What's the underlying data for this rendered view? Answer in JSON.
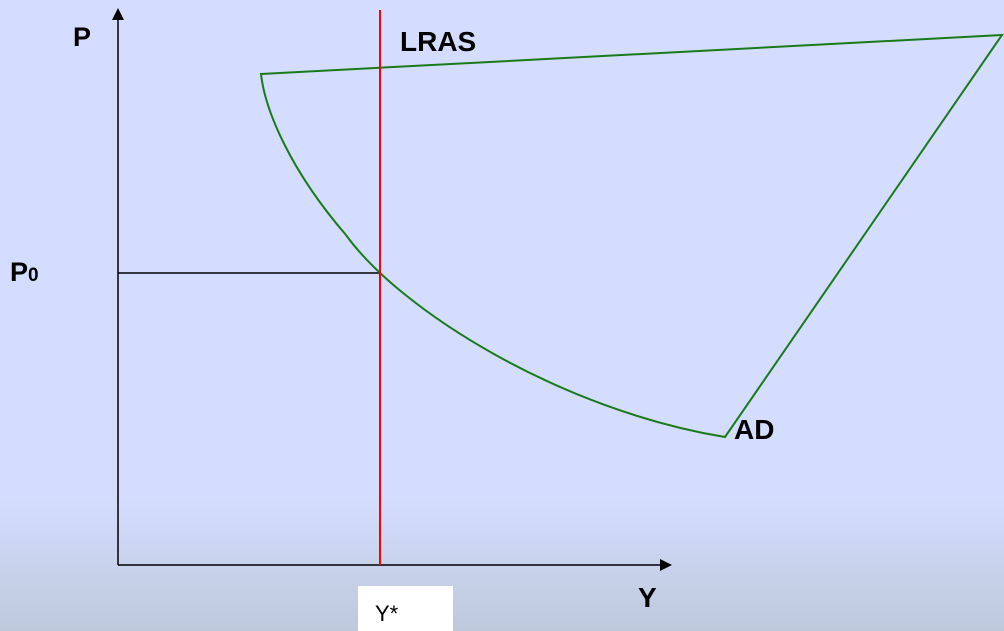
{
  "labels": {
    "p_axis": "P",
    "lras": "LRAS",
    "p0_main": "P",
    "p0_sub": "0",
    "ad": "AD",
    "y_axis": "Y",
    "y_star": "Y*"
  },
  "colors": {
    "axes": "#000000",
    "lras": "#ff0000",
    "ad": "#1a7a1a",
    "guide": "#000000",
    "background": "#d4ddff",
    "label_box": "#ffffff"
  }
}
